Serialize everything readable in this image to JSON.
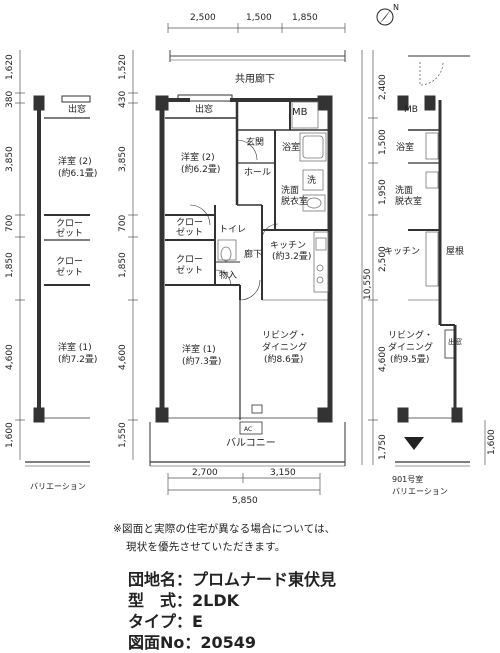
{
  "plan": {
    "top_dims": [
      "2,500",
      "1,500",
      "1,850"
    ],
    "bottom_dims": [
      "2,700",
      "3,150"
    ],
    "total_width": "5,850",
    "left_dims": [
      "1,620",
      "380",
      "3,850",
      "700",
      "1,850",
      "4,600",
      "1,600"
    ],
    "main_dims": [
      "1,520",
      "430",
      "3,850",
      "700",
      "1,850",
      "4,600",
      "1,550"
    ],
    "right_dims": [
      "2,400",
      "1,500",
      "1,950",
      "2,500",
      "4,600",
      "1,750"
    ],
    "right_total": "10,550",
    "right_outer": "1,600",
    "corridor": "共用廊下",
    "balcony": "バルコニー",
    "rooms": {
      "demado": "出窓",
      "mb": "MB",
      "genkan": "玄関",
      "hall": "ホール",
      "bath": "浴室",
      "wc_sen": "洗",
      "wash": [
        "洗面",
        "脱衣室"
      ],
      "toilet": "トイレ",
      "corr": "廊下",
      "kitchen": [
        "キッチン",
        "(約3.2畳)"
      ],
      "storage": "物入",
      "closet": [
        "クロー",
        "ゼット"
      ],
      "western2": [
        "洋室 (2)",
        "(約6.2畳)"
      ],
      "western1": [
        "洋室 (1)",
        "(約7.3畳)"
      ],
      "living": [
        "リビング・",
        "ダイニング",
        "(約8.6畳)"
      ],
      "ac": "AC"
    },
    "left_var": {
      "caption": "バリエーション",
      "demado": "出窓",
      "western2": [
        "洋室 (2)",
        "(約6.1畳)"
      ],
      "closet": [
        "クロー",
        "ゼット"
      ],
      "western1": [
        "洋室 (1)",
        "(約7.2畳)"
      ]
    },
    "right_var": {
      "caption": [
        "901号室",
        "バリエーション"
      ],
      "mb": "MB",
      "bath": "浴室",
      "wash": [
        "洗面",
        "脱衣室"
      ],
      "kitchen": "キッチン",
      "roof": "屋根",
      "living": [
        "リビング・",
        "ダイニング",
        "(約9.5畳)"
      ],
      "side": "出窓"
    }
  },
  "notes": [
    "※図面と実際の住宅が異なる場合については、",
    "現状を優先させていただきます。"
  ],
  "info": {
    "name_label": "団地名：",
    "name_value": "プロムナード東伏見",
    "type_label": "型　式：",
    "type_value": "2LDK",
    "style_label": "タイプ：",
    "style_value": "E",
    "no_label": "図面No：",
    "no_value": "20549"
  },
  "colors": {
    "wall": "#333333",
    "line": "#444444",
    "fixture": "#999999"
  }
}
